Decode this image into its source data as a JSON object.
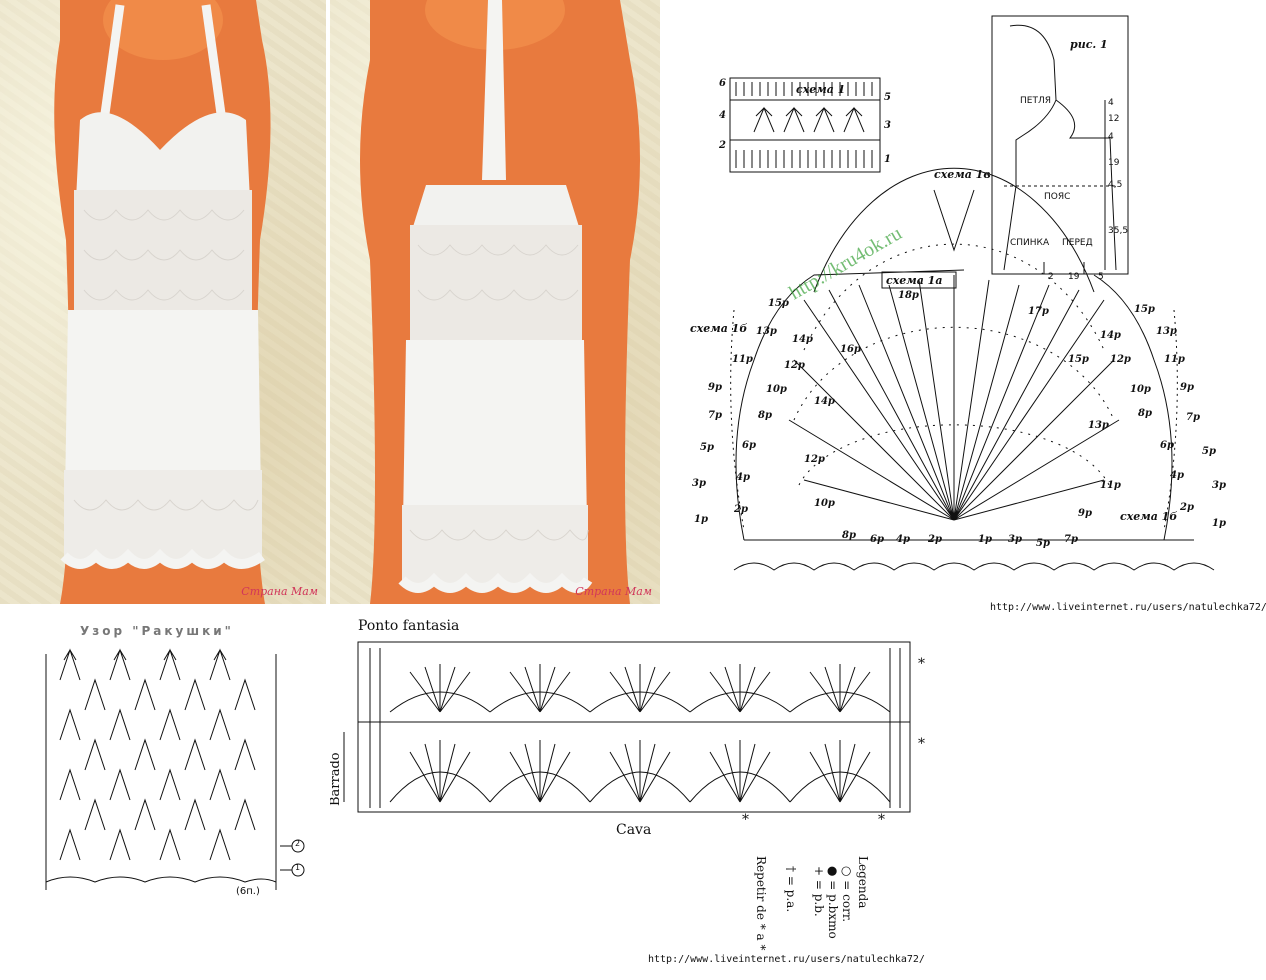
{
  "photos": {
    "watermark_front": "Страна Мам",
    "watermark_back": "Страна Мам"
  },
  "chart_top": {
    "schema1": "схема 1",
    "schema1_rows_left": [
      "6",
      "4",
      "2"
    ],
    "schema1_rows_right": [
      "5",
      "3",
      "1"
    ],
    "schema1v": "схема 1в",
    "schema1a": "схема 1а",
    "schema1b_left": "схема 1б",
    "schema1b_right": "схема 1б",
    "site_watermark": "http://kru4ok.ru",
    "ris": "рис. 1",
    "petlya": "ПЕТЛЯ",
    "poyas": "ПОЯС",
    "spinka": "СПИНКА",
    "pered": "ПЕРЕД",
    "measures_v": [
      "4",
      "12",
      "4",
      "19",
      "4,5",
      "35,5"
    ],
    "measures_h": [
      "2",
      "19",
      "5"
    ],
    "rows_left": [
      "15р",
      "14р",
      "13р",
      "12р",
      "11р",
      "10р",
      "9р",
      "8р",
      "7р",
      "6р",
      "5р",
      "4р",
      "3р",
      "2р",
      "1р"
    ],
    "rows_center_left": [
      "18р",
      "16р",
      "14р",
      "12р",
      "10р",
      "8р",
      "6р",
      "4р",
      "2р"
    ],
    "rows_center_right": [
      "17р",
      "15р",
      "13р",
      "11р",
      "9р",
      "7р",
      "5р",
      "3р",
      "1р"
    ],
    "rows_right": [
      "15р",
      "14р",
      "13р",
      "12р",
      "11р",
      "10р",
      "9р",
      "8р",
      "7р",
      "6р",
      "5р",
      "4р",
      "3р",
      "2р",
      "1р"
    ],
    "url": "http://www.liveinternet.ru/users/natulechka72/"
  },
  "shell_pattern": {
    "title": "Узор \"Ракушки\"",
    "marker_2": "2",
    "marker_1": "1",
    "note": "(6п.)"
  },
  "ponto": {
    "title": "Ponto fantasia",
    "barrado": "Barrado",
    "cava": "Cava",
    "star": "*",
    "legend_title": "Legenda",
    "legend": [
      "○ = corr.",
      "● = p.bxmo",
      "+ = p.b.",
      "† = p.a."
    ],
    "repeat": "Repetir de * a *",
    "url": "http://www.liveinternet.ru/users/natulechka72/"
  }
}
